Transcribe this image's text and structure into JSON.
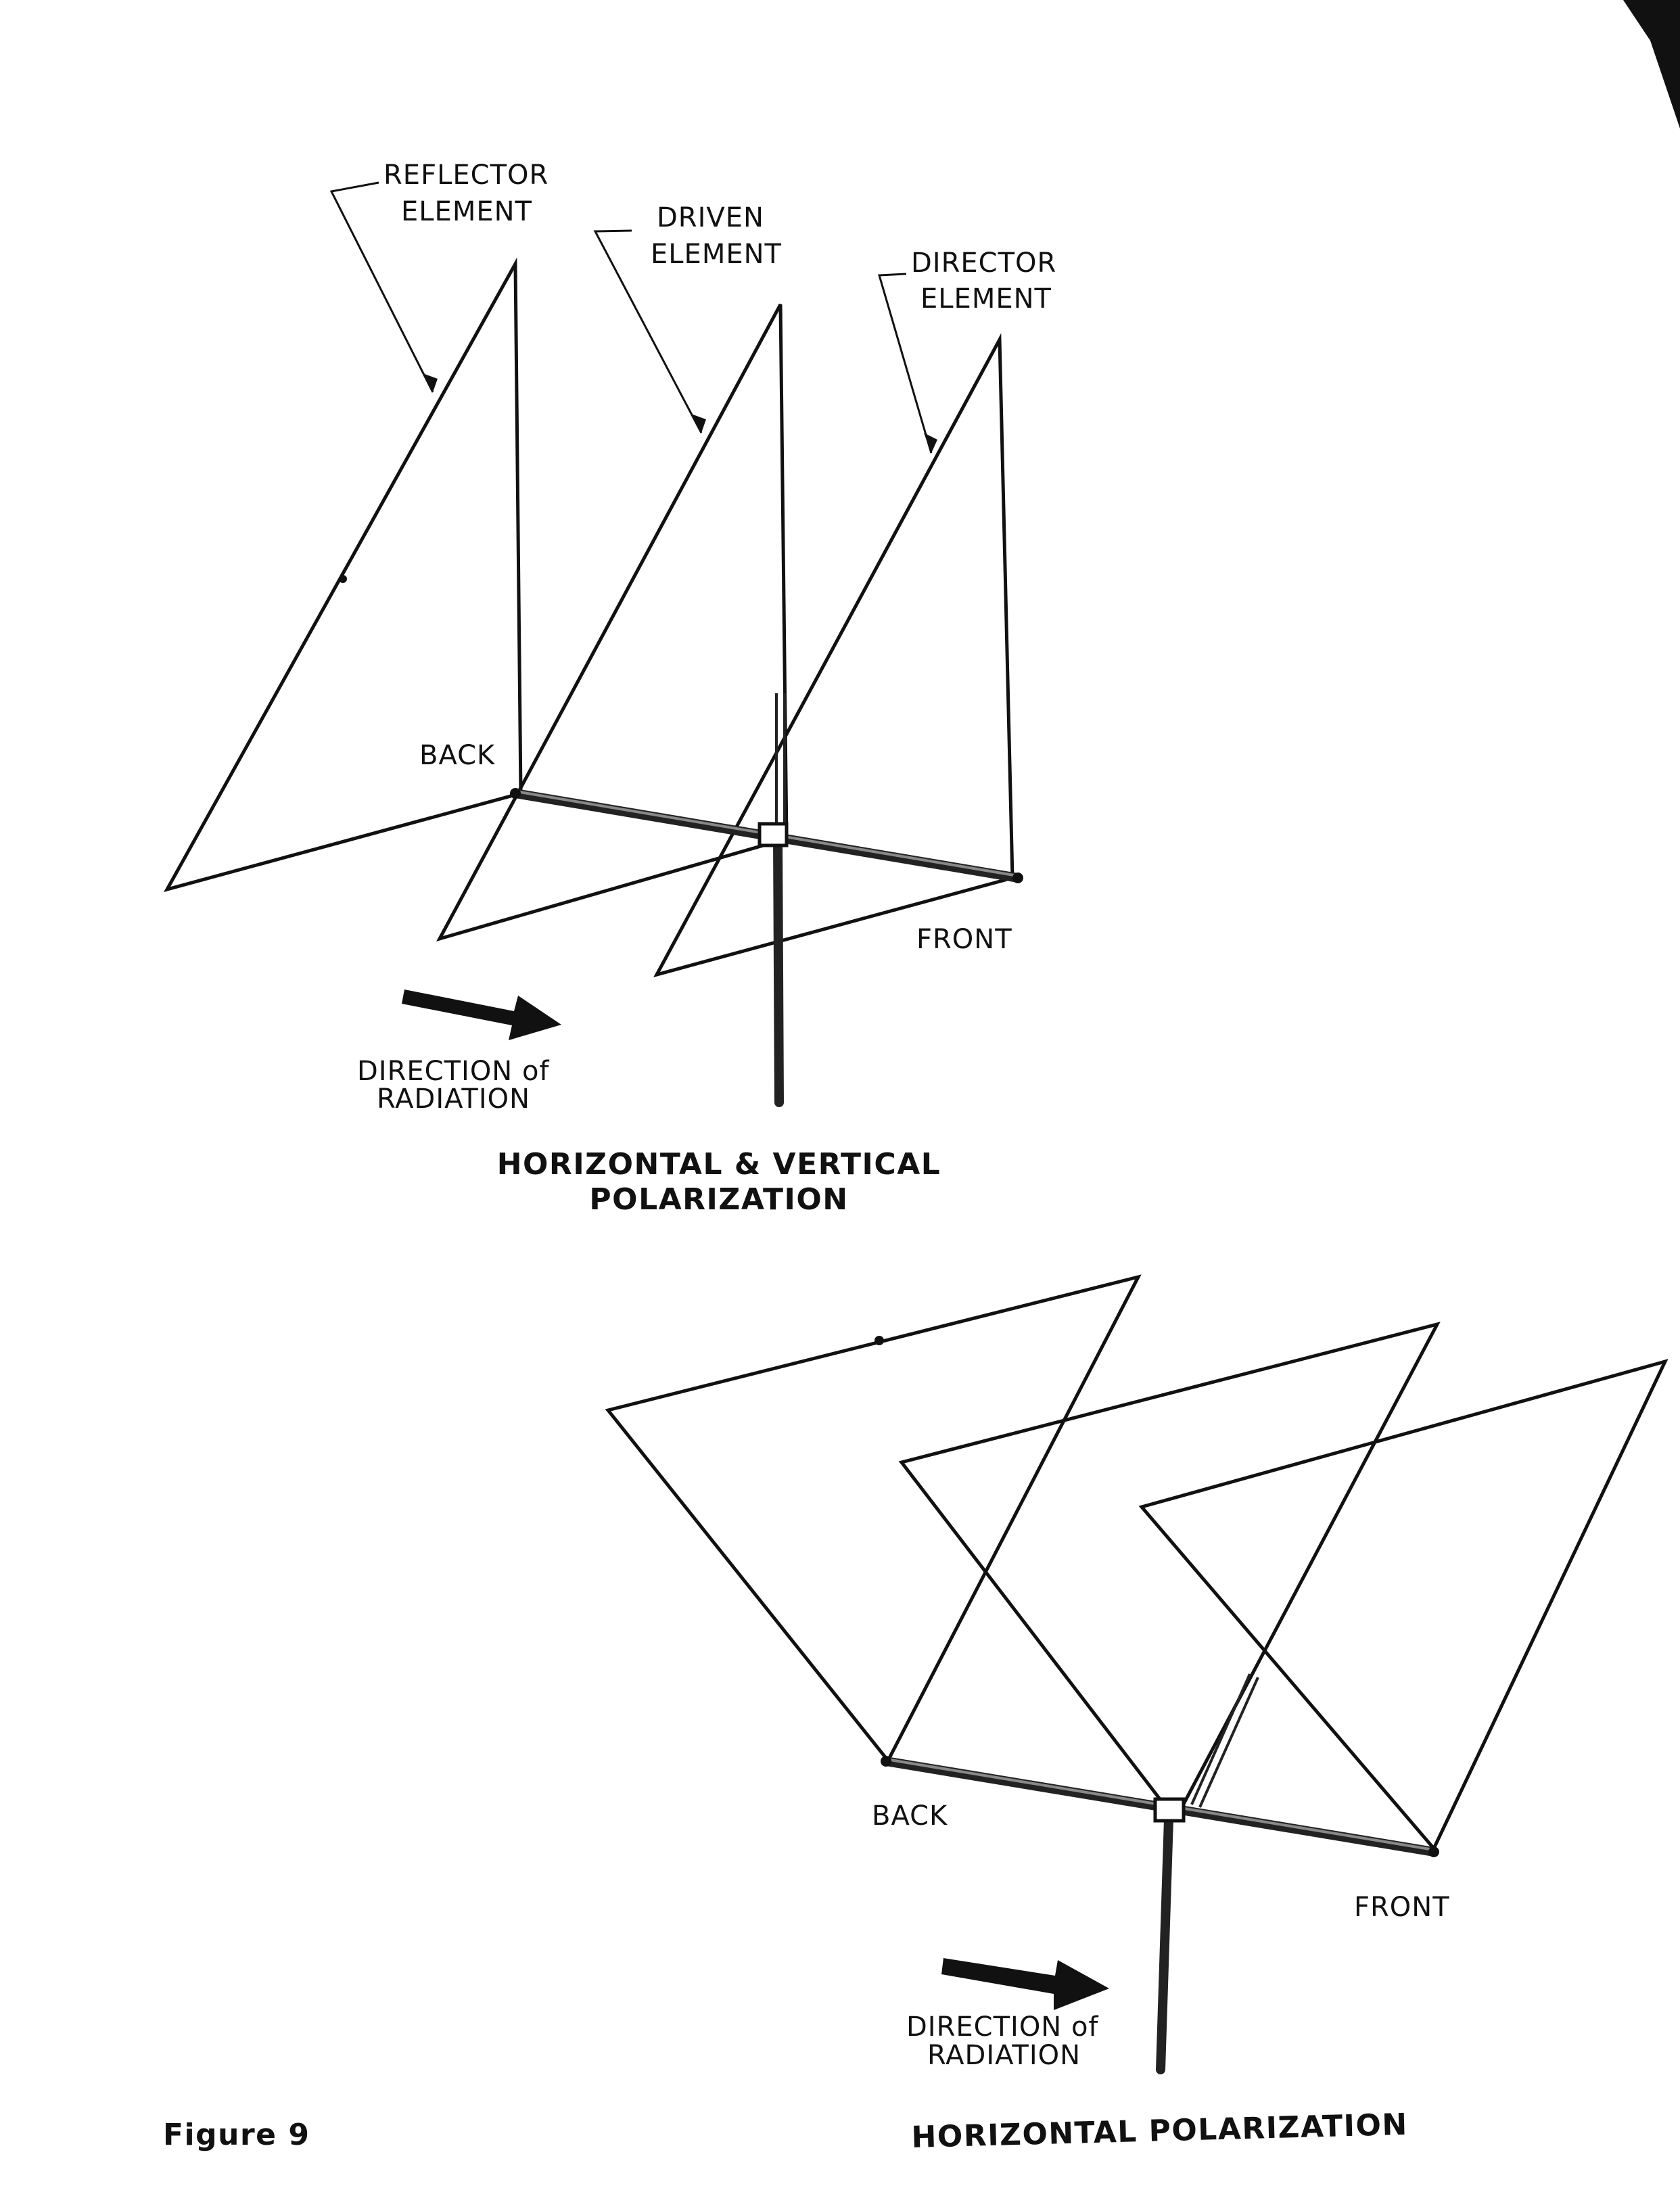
{
  "diagram_top": {
    "labels": {
      "reflector": [
        "REFLECTOR",
        "ELEMENT"
      ],
      "driven": [
        "DRIVEN",
        "ELEMENT"
      ],
      "director": [
        "DIRECTOR",
        "ELEMENT"
      ],
      "back": "BACK",
      "front": "FRONT",
      "direction": [
        "DIRECTION of",
        "RADIATION"
      ]
    },
    "caption": [
      "HORIZONTAL & VERTICAL",
      "POLARIZATION"
    ]
  },
  "diagram_bottom": {
    "labels": {
      "back": "BACK",
      "front": "FRONT",
      "direction": [
        "DIRECTION of",
        "RADIATION"
      ]
    },
    "caption": "HORIZONTAL POLARIZATION"
  },
  "figure_label": "Figure 9"
}
